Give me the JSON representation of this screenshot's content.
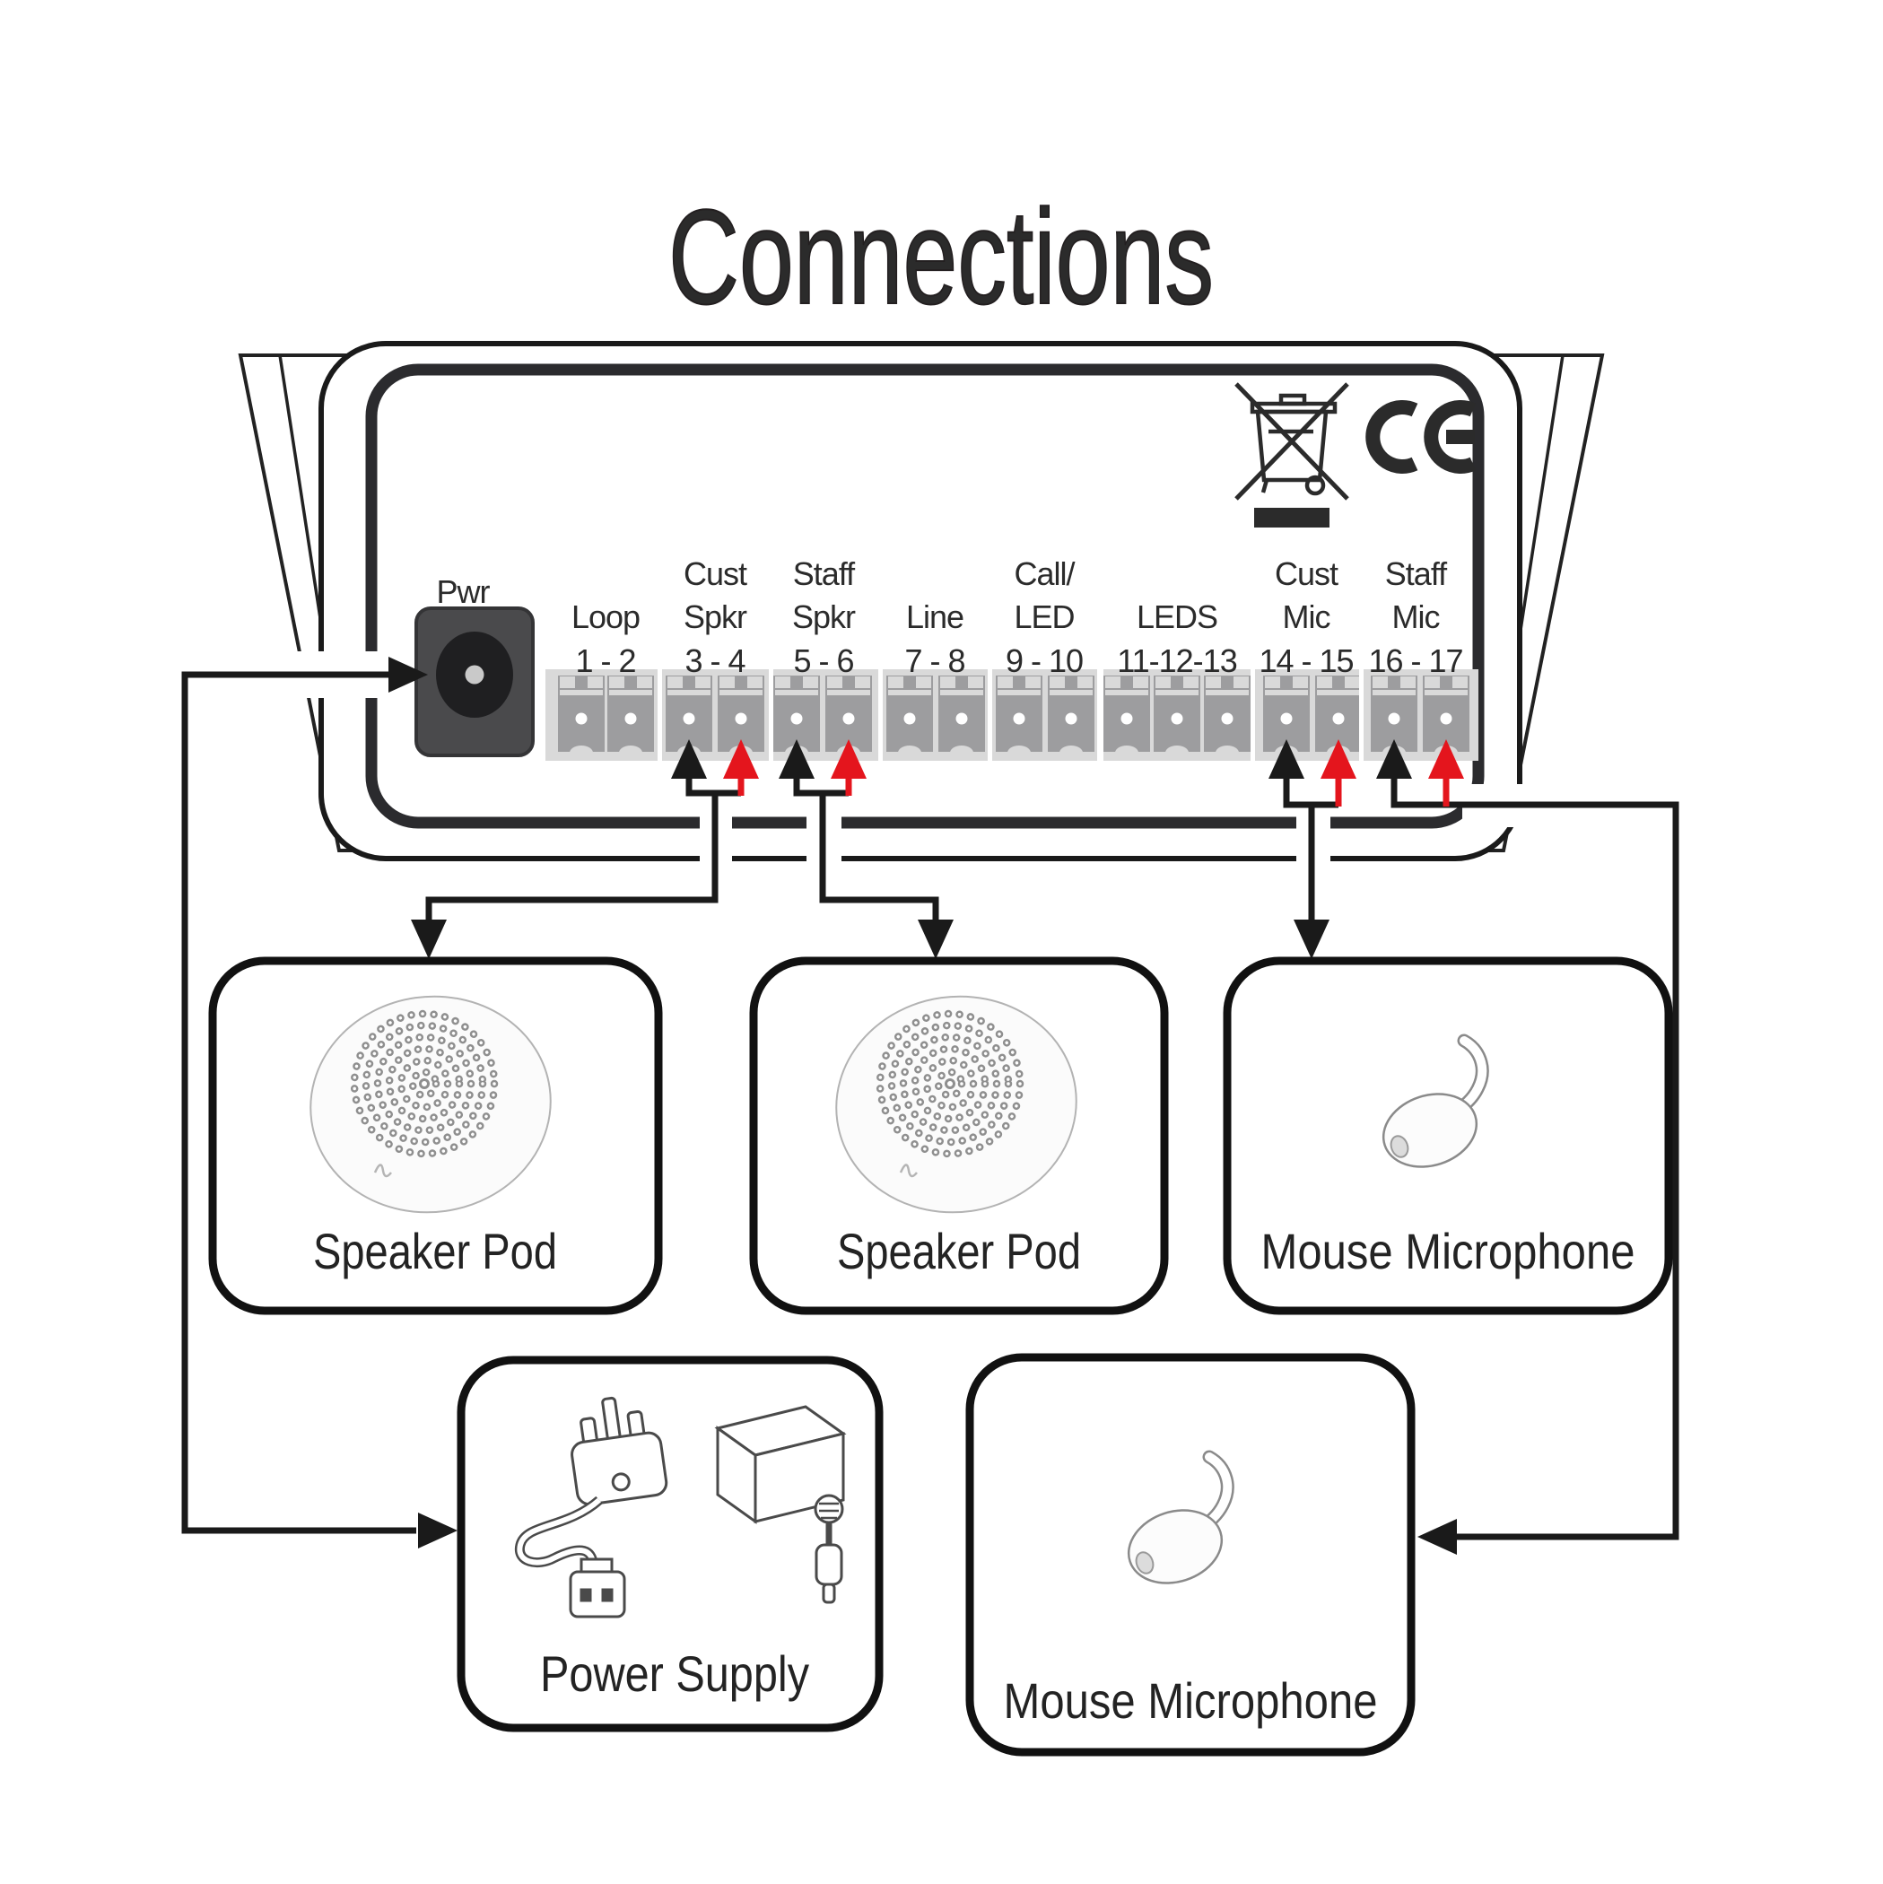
{
  "title": "Connections",
  "device": {
    "pwr_label": "Pwr",
    "terminals": [
      {
        "l1": "",
        "l2": "Loop",
        "l3": "1 - 2"
      },
      {
        "l1": "Cust",
        "l2": "Spkr",
        "l3": "3 - 4"
      },
      {
        "l1": "Staff",
        "l2": "Spkr",
        "l3": "5 - 6"
      },
      {
        "l1": "",
        "l2": "Line",
        "l3": "7 - 8"
      },
      {
        "l1": "Call/",
        "l2": "LED",
        "l3": "9 - 10"
      },
      {
        "l1": "",
        "l2": "LEDS",
        "l3": "11-12-13"
      },
      {
        "l1": "Cust",
        "l2": "Mic",
        "l3": "14 - 15"
      },
      {
        "l1": "Staff",
        "l2": "Mic",
        "l3": "16 - 17"
      }
    ],
    "marks": {
      "ce": "CE",
      "weee": "weee-crossed-out-bin-icon"
    }
  },
  "components": {
    "speaker_pod_1": "Speaker Pod",
    "speaker_pod_2": "Speaker Pod",
    "mouse_mic_1": "Mouse Microphone",
    "power_supply": "Power Supply",
    "mouse_mic_2": "Mouse Microphone"
  },
  "colors": {
    "wire": "#1a1a1a",
    "positive_red": "#e4151d",
    "terminal_strip": "#d9d9d9",
    "terminal_connector": "#9d9d9f"
  }
}
